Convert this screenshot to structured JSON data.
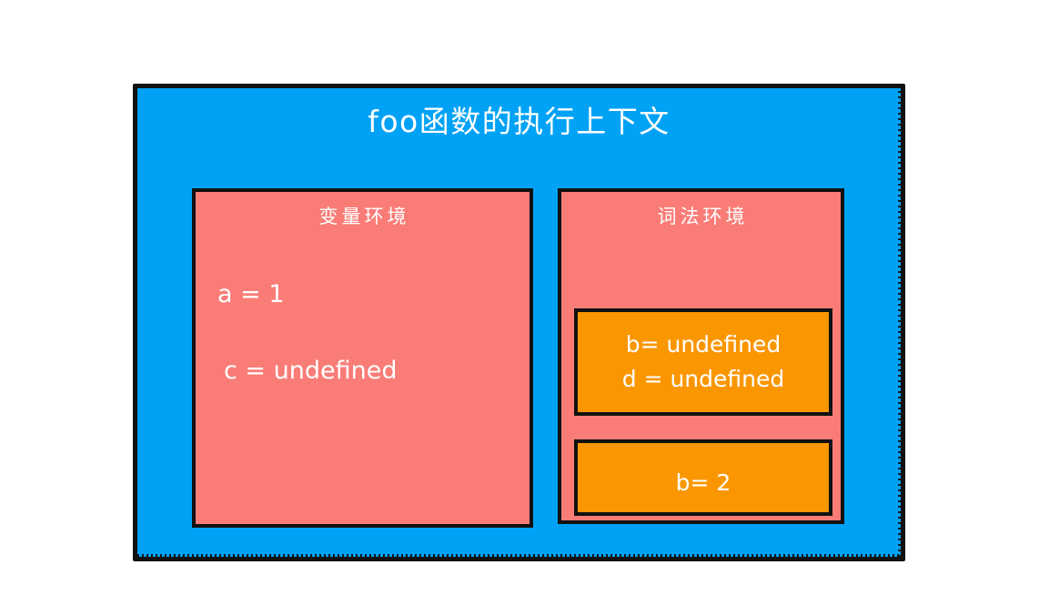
{
  "diagram": {
    "title": "foo函数的执行上下文",
    "colors": {
      "context_background": "#00A2F5",
      "environment_background": "#FA7C77",
      "binding_block_background": "#FA9600",
      "border": "#111111",
      "text": "#FFFFFF",
      "page_background": "#FFFFFF"
    },
    "variable_environment": {
      "title": "变量环境",
      "bindings": [
        "a = 1",
        "c = undefined"
      ]
    },
    "lexical_environment": {
      "title": "词法环境",
      "blocks": [
        {
          "rows": [
            "b= undefined",
            "d = undefined"
          ]
        },
        {
          "rows": [
            "b= 2"
          ]
        }
      ]
    }
  }
}
